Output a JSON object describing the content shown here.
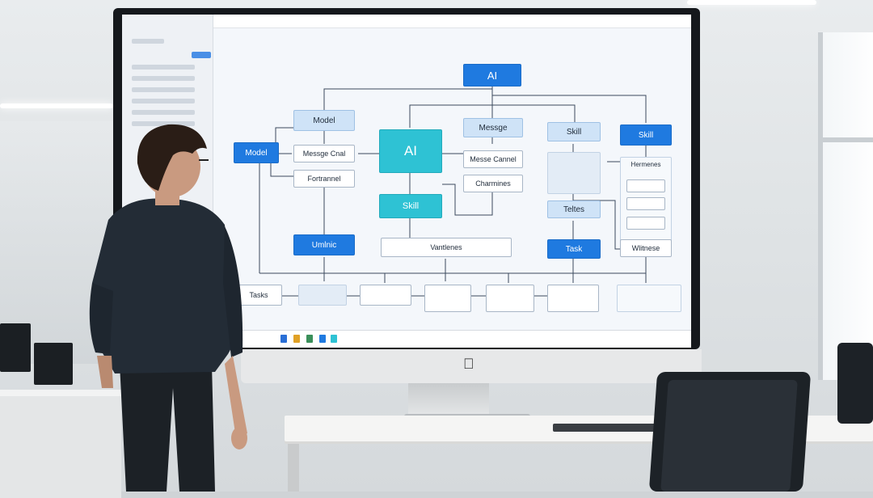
{
  "display": {
    "brand_logo": "apple-logo",
    "diagram": {
      "nodes": {
        "ai_top": "AI",
        "model_top": "Model",
        "message_top": "Messge",
        "skill_mid": "Skill",
        "skill_right": "Skill",
        "model_left": "Model",
        "message_canal": "Messge Cnal",
        "fortchannel": "Fortrannel",
        "ai_center": "AI",
        "message_channel_right": "Messe Cannel",
        "charmines": "Charmines",
        "skill_lower": "Skill",
        "teltes": "Teltes",
        "umlnic": "Umlnic",
        "vantlenes": "Vantlenes",
        "task_right": "Task",
        "tasks_bottom": "Tasks",
        "wlitnese": "Wlitnese",
        "hermenes": "Hermenes"
      }
    }
  },
  "colors": {
    "accent_blue": "#1f7ae0",
    "accent_teal": "#2ec2d4",
    "light_blue": "#cfe3f7",
    "screen_bg": "#f4f7fb"
  }
}
